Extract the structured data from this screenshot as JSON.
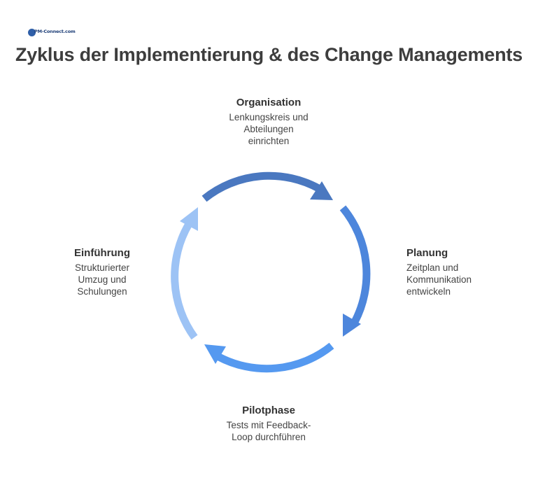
{
  "logo": {
    "text": "PM-Connect.com"
  },
  "title": "Zyklus der Implementierung & des Change Managements",
  "steps": {
    "organisation": {
      "heading": "Organisation",
      "description": "Lenkungskreis und\nAbteilungen\neinrichten"
    },
    "planung": {
      "heading": "Planung",
      "description": "Zeitplan und\nKommunikation\nentwickeln"
    },
    "pilotphase": {
      "heading": "Pilotphase",
      "description": "Tests mit Feedback-\nLoop durchführen"
    },
    "einfuehrung": {
      "heading": "Einführung",
      "description": "Strukturierter\nUmzug und\nSchulungen"
    }
  },
  "colors": {
    "arrow_top": "#4a78c0",
    "arrow_right": "#4d86dc",
    "arrow_bottom": "#5599f0",
    "arrow_left": "#9dc3f5"
  }
}
